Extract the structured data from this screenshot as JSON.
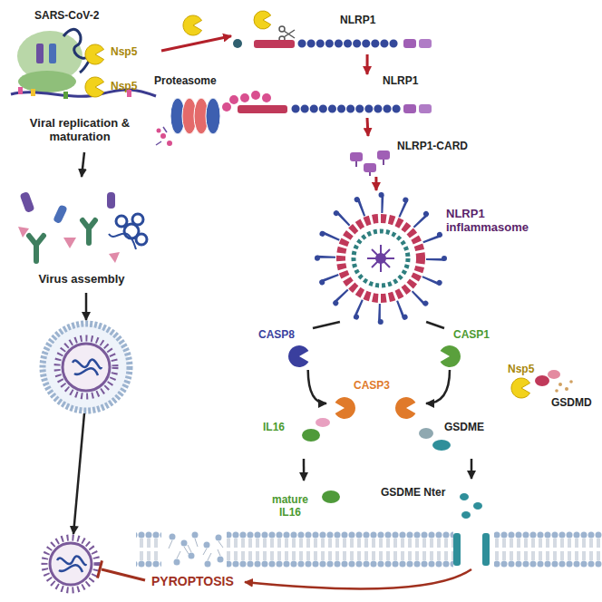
{
  "diagram": {
    "nodes": [
      {
        "text": [
          "SARS-CoV-2",
          "Viral replication & maturation"
        ]
      },
      {
        "text": [
          "NLRP1"
        ]
      },
      {
        "text": [
          "Proteasome"
        ]
      },
      {
        "text": [
          "NLRP1"
        ]
      },
      {
        "text": [
          "NLRP1-CARD"
        ]
      },
      {
        "text": [
          "NLRP1 inflammasome"
        ]
      },
      {
        "text": [
          "Virus assembly"
        ]
      },
      {
        "text": [
          "CASP8"
        ]
      },
      {
        "text": [
          "CASP1"
        ]
      },
      {
        "text": [
          "GSDMD"
        ]
      },
      {
        "text": [
          "CASP3"
        ]
      },
      {
        "text": [
          "IL16"
        ]
      },
      {
        "text": [
          "GSDME"
        ]
      },
      {
        "text": [
          "mature IL16"
        ]
      },
      {
        "text": [
          "GSDME Nter"
        ]
      },
      {
        "text": [
          "PYROPTOSIS"
        ]
      }
    ],
    "edges": [
      {
        "from": 0,
        "to": 1,
        "arrow": "to"
      },
      {
        "from": 0,
        "to": 6,
        "arrow": "to"
      },
      {
        "from": 1,
        "to": 3,
        "arrow": "to"
      },
      {
        "from": 3,
        "to": 4,
        "arrow": "to"
      },
      {
        "from": 4,
        "to": 5,
        "arrow": "to"
      },
      {
        "from": 5,
        "to": 7,
        "arrow": "none"
      },
      {
        "from": 5,
        "to": 8,
        "arrow": "none"
      },
      {
        "from": 7,
        "to": 10,
        "arrow": "to"
      },
      {
        "from": 8,
        "to": 10,
        "arrow": "to"
      },
      {
        "from": 11,
        "to": 13,
        "arrow": "to"
      },
      {
        "from": 12,
        "to": 14,
        "arrow": "to"
      },
      {
        "from": 14,
        "to": 15,
        "arrow": "to"
      }
    ],
    "labels": [
      "Nsp5",
      "Nsp5",
      "Nsp5"
    ]
  }
}
